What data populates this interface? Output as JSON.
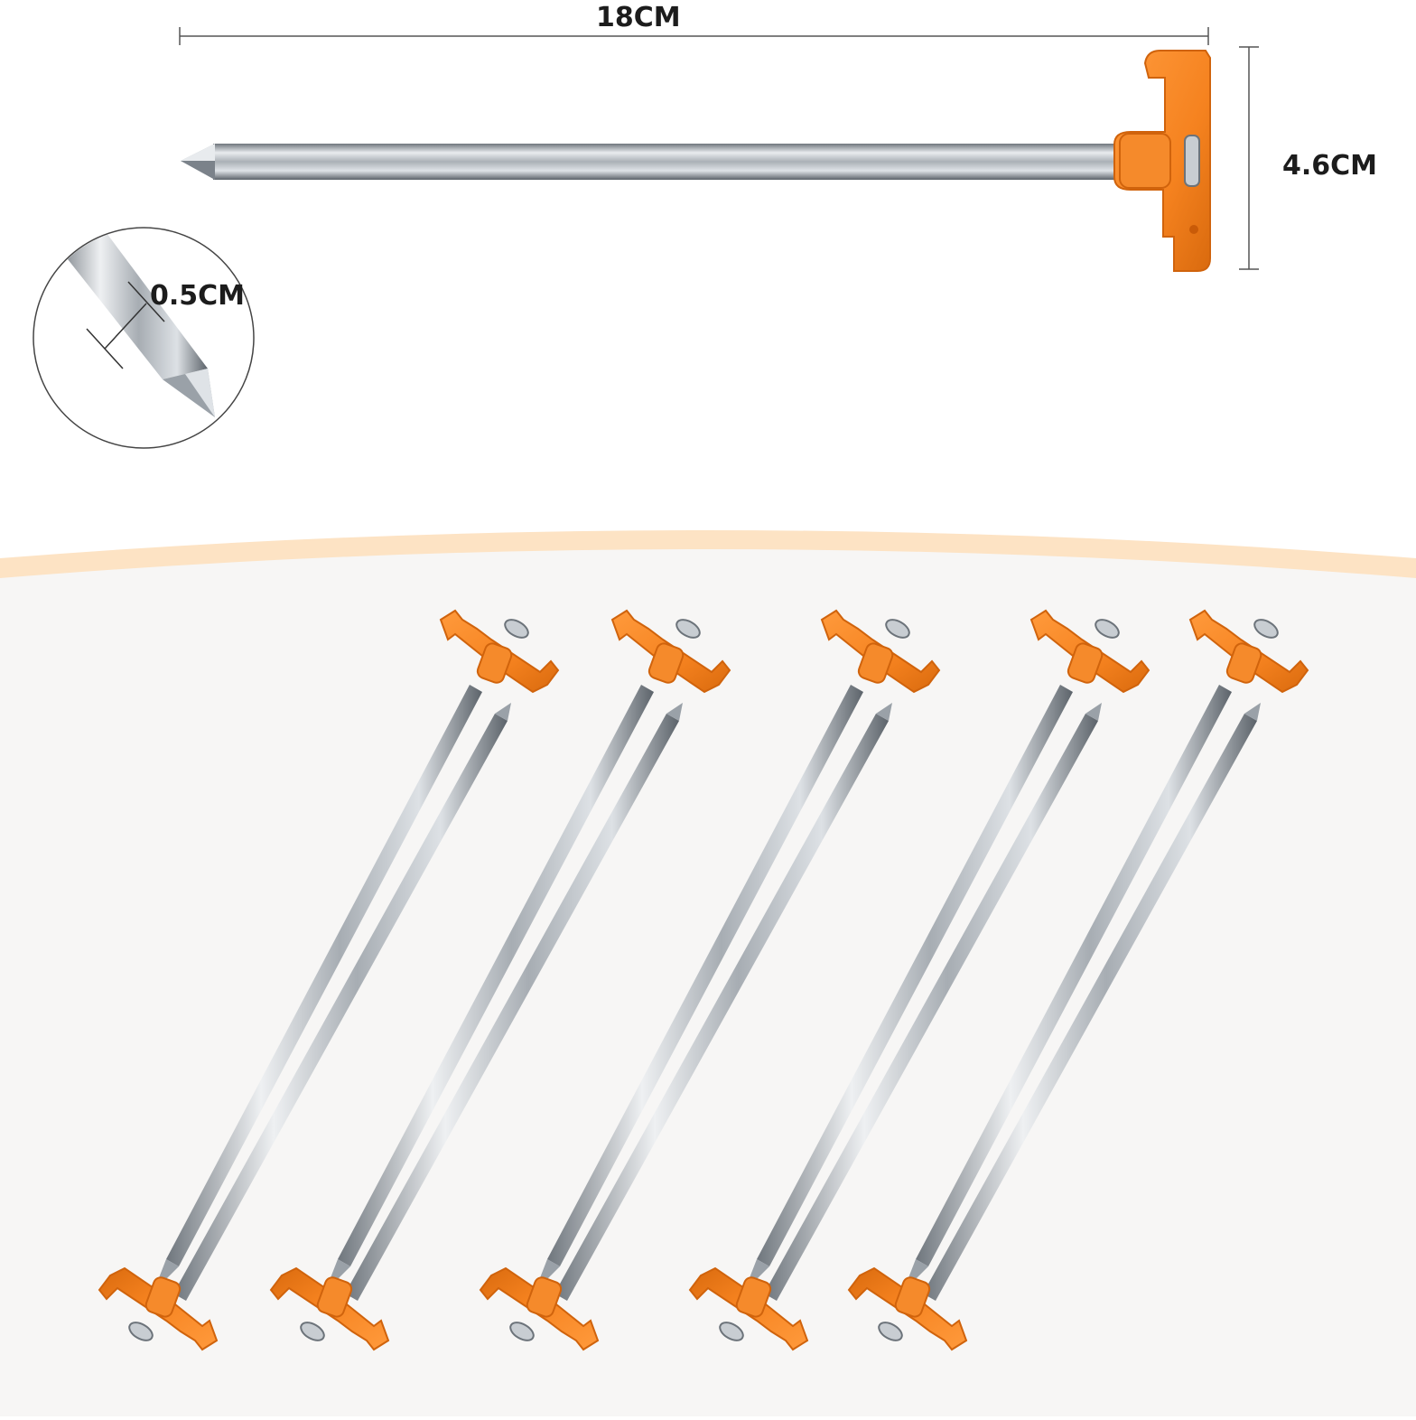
{
  "dimensions": {
    "length": "18CM",
    "height": "4.6CM",
    "diameter": "0.5CM"
  },
  "product": {
    "quantity_shown": 10,
    "colors": {
      "accent": "#f5821f",
      "accent_dark": "#d96a0e",
      "metal": "#c9ced3",
      "metal_shadow": "#7d848b",
      "background_panel": "#f7f6f5",
      "panel_border": "#fde3c4"
    }
  }
}
